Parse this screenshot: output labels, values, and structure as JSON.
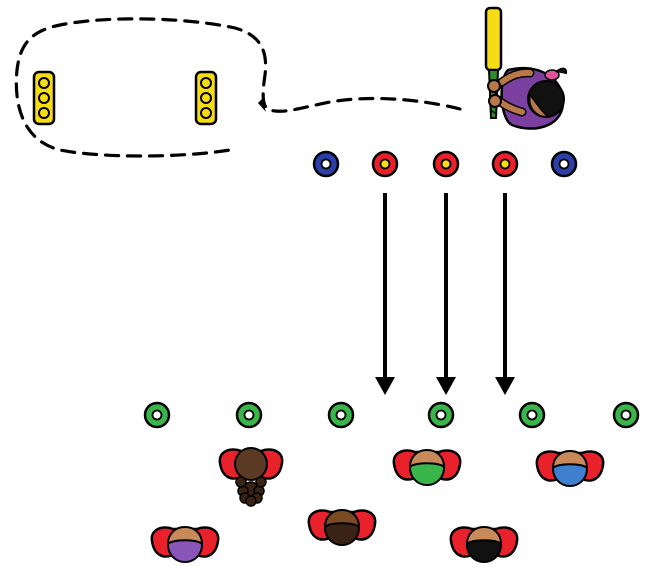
{
  "diagram": {
    "kind": "cricket-drill",
    "colors": {
      "background": "#ffffff",
      "outline": "#000000",
      "stumps": "#f5dc14",
      "bat": "#f5dc14",
      "bat_handle": "#2e8b2e",
      "red_marker": "#e8212b",
      "blue_marker": "#2b3fa8",
      "green_marker": "#39b54a",
      "marker_center_yellow": "#f5dc14",
      "player_shoulders": "#e8212b",
      "batter_shirt": "#7b3fa0",
      "batter_skin": "#b8784a",
      "ribbon": "#e0559a"
    },
    "stumps": [
      {
        "name": "stumps-left",
        "icon": "stumps-icon"
      },
      {
        "name": "stumps-right",
        "icon": "stumps-icon"
      }
    ],
    "path": {
      "name": "running-path",
      "style": "dashed",
      "arrowhead": true
    },
    "batter": {
      "name": "batter",
      "icon": "batter-icon",
      "has_bat": true
    },
    "top_markers": [
      {
        "name": "marker-top-1",
        "color": "blue"
      },
      {
        "name": "marker-top-2",
        "color": "red"
      },
      {
        "name": "marker-top-3",
        "color": "red"
      },
      {
        "name": "marker-top-4",
        "color": "red"
      },
      {
        "name": "marker-top-5",
        "color": "blue"
      }
    ],
    "arrows": [
      {
        "name": "arrow-1",
        "direction": "down"
      },
      {
        "name": "arrow-2",
        "direction": "down"
      },
      {
        "name": "arrow-3",
        "direction": "down"
      }
    ],
    "bottom_markers": [
      {
        "name": "marker-bottom-1",
        "color": "green"
      },
      {
        "name": "marker-bottom-2",
        "color": "green"
      },
      {
        "name": "marker-bottom-3",
        "color": "green"
      },
      {
        "name": "marker-bottom-4",
        "color": "green"
      },
      {
        "name": "marker-bottom-5",
        "color": "green"
      },
      {
        "name": "marker-bottom-6",
        "color": "green"
      }
    ],
    "fielders": [
      {
        "name": "fielder-1",
        "hair": "#5a3a22",
        "shirt": "none",
        "skin": "#5a3a22",
        "curly": true
      },
      {
        "name": "fielder-2",
        "hair": "#c98a5a",
        "shirt": "#39b54a",
        "skin": "#c98a5a",
        "curly": false
      },
      {
        "name": "fielder-3",
        "hair": "#c98a5a",
        "shirt": "#3f7fd0",
        "skin": "#c98a5a",
        "curly": false
      },
      {
        "name": "fielder-4",
        "hair": "#c98a5a",
        "shirt": "#8a55b8",
        "skin": "#c98a5a",
        "curly": false
      },
      {
        "name": "fielder-5",
        "hair": "#5a3418",
        "shirt": "#3a2314",
        "skin": "#5a3418",
        "curly": false
      },
      {
        "name": "fielder-6",
        "hair": "#c98a5a",
        "shirt": "#111111",
        "skin": "#c98a5a",
        "curly": false
      }
    ]
  }
}
